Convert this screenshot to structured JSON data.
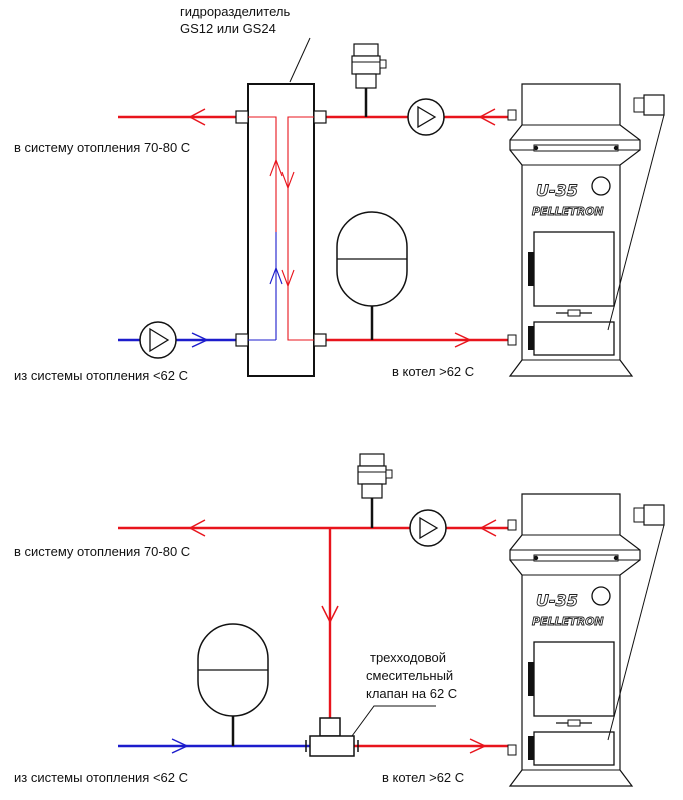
{
  "colors": {
    "hot": "#e8141c",
    "cold": "#1c1ccc",
    "outline": "#111111"
  },
  "top": {
    "separator_label_line1": "гидроразделитель",
    "separator_label_line2": "GS12 или GS24",
    "label_supply": "в систему отопления  70-80 С",
    "label_return": "из системы отопления  <62 С",
    "label_boiler": "в котел >62 С",
    "boiler_model": "U-35",
    "boiler_brand": "PELLETRON"
  },
  "bottom": {
    "label_supply": "в систему отопления  70-80 С",
    "label_return": "из системы отопления  <62 С",
    "label_boiler": "в котел >62 С",
    "valve_label_line1": "трехходовой",
    "valve_label_line2": "смесительный",
    "valve_label_line3": "клапан на 62 С",
    "boiler_model": "U-35",
    "boiler_brand": "PELLETRON"
  },
  "icons": [
    "pump-icon",
    "expansion-tank-icon",
    "air-vent-icon",
    "flow-arrow-icon",
    "three-way-valve-icon",
    "boiler-icon"
  ]
}
